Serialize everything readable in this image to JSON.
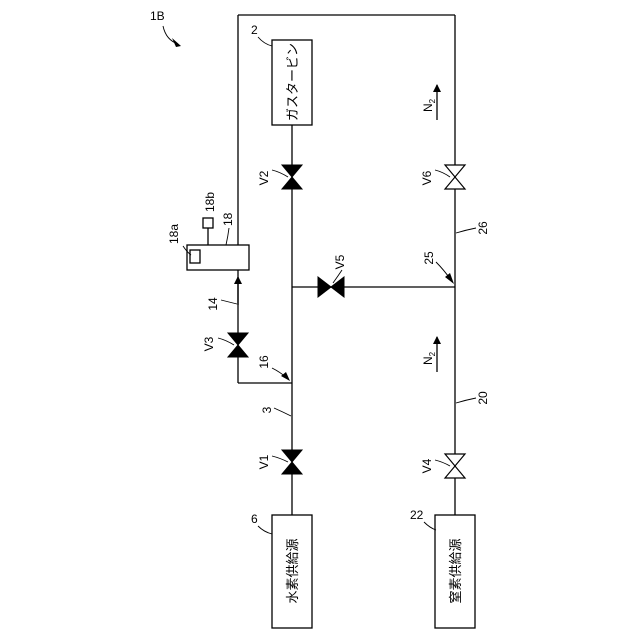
{
  "figure_label": "1B",
  "components": {
    "gas_turbine": {
      "ref": "2",
      "text": "ガスタービン"
    },
    "hydrogen_source": {
      "ref": "6",
      "text": "水素供給源"
    },
    "nitrogen_source": {
      "ref": "22",
      "text": "窒素供給源"
    },
    "device": {
      "ref": "18",
      "sub_a": "18a",
      "sub_b": "18b"
    }
  },
  "valves": {
    "v1": "V1",
    "v2": "V2",
    "v3": "V3",
    "v4": "V4",
    "v5": "V5",
    "v6": "V6"
  },
  "pipes": {
    "p3": "3",
    "p14": "14",
    "p16": "16",
    "p20": "20",
    "p25": "25",
    "p26": "26"
  },
  "flow": {
    "n2_upper": "N",
    "n2_upper_sub": "2",
    "n2_lower": "N",
    "n2_lower_sub": "2"
  },
  "colors": {
    "line": "#000000",
    "background": "#ffffff"
  }
}
